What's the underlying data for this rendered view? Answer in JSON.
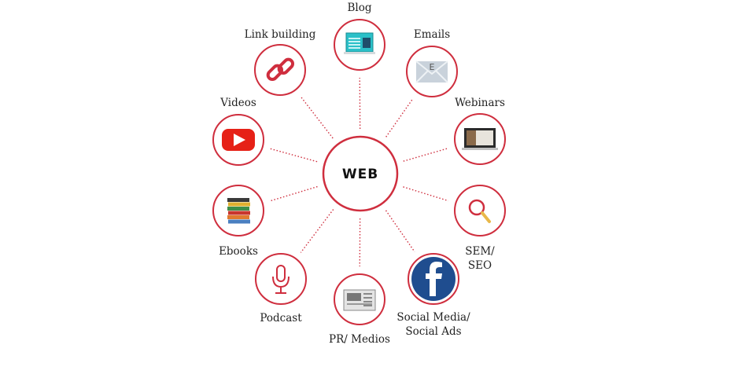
{
  "center": {
    "label": "WEB"
  },
  "colors": {
    "ring": "#cf2e3e",
    "connector": "#cf2e3e",
    "text": "#222222"
  },
  "nodes": [
    {
      "id": "blog",
      "label": [
        "Blog"
      ],
      "icon": "laptop-blog-icon"
    },
    {
      "id": "emails",
      "label": [
        "Emails"
      ],
      "icon": "envelope-icon"
    },
    {
      "id": "webinars",
      "label": [
        "Webinars"
      ],
      "icon": "laptop-webinar-icon"
    },
    {
      "id": "sem-seo",
      "label": [
        "SEM/",
        "SEO"
      ],
      "icon": "magnifier-icon"
    },
    {
      "id": "social",
      "label": [
        "Social Media/",
        "Social Ads"
      ],
      "icon": "facebook-icon"
    },
    {
      "id": "pr",
      "label": [
        "PR/ Medios"
      ],
      "icon": "newspaper-icon"
    },
    {
      "id": "podcast",
      "label": [
        "Podcast"
      ],
      "icon": "microphone-icon"
    },
    {
      "id": "ebooks",
      "label": [
        "Ebooks"
      ],
      "icon": "books-icon"
    },
    {
      "id": "videos",
      "label": [
        "Videos"
      ],
      "icon": "youtube-icon"
    },
    {
      "id": "link-building",
      "label": [
        "Link building"
      ],
      "icon": "chain-link-icon"
    }
  ]
}
